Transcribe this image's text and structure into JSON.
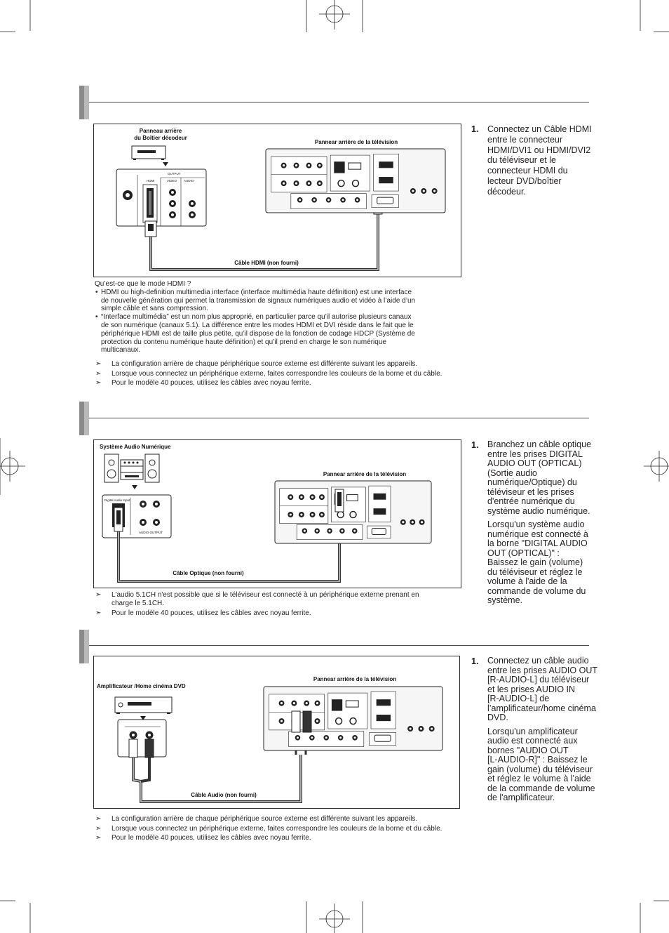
{
  "note_marker": "➣",
  "bullet_char": "•",
  "section1": {
    "diagram": {
      "device_label": [
        "Panneau arrière",
        "du Boîtier décodeur"
      ],
      "tv_label": "Pannear arrière de la télévision",
      "cable_label": "Câble HDMI (non fourni)",
      "panel": {
        "output": "OUTPUT",
        "hdmi": "HDMI",
        "video": "VIDEO",
        "audio": "AUDIO"
      }
    },
    "step": {
      "number": "1.",
      "lines": [
        "Connectez un Câble HDMI",
        "entre le connecteur",
        "HDMI/DVI1 ou HDMI/DVI2",
        "du téléviseur et le",
        "connecteur HDMI du",
        "lecteur DVD/boîtier",
        "décodeur."
      ]
    },
    "hdmi_info": {
      "title": "Qu’est-ce que le mode HDMI ?",
      "bullets": [
        [
          "HDMI ou high-definition multimedia interface (interface multimédia haute définition) est une interface",
          "de nouvelle génération qui permet la transmission de signaux numériques audio et vidéo à l’aide d’un",
          "simple câble et sans compression."
        ],
        [
          "“Interface multimédia” est un nom plus approprié, en particulier parce qu’il autorise plusieurs canaux",
          "de son numérique (canaux 5.1). La différence entre les modes HDMI et DVI réside dans le fait que le",
          "périphérique HDMI est de taille plus petite, qu’il dispose de la fonction de codage HDCP (Système de",
          "protection du contenu numérique haute définition) et qu’il prend en charge le son numérique",
          "multicanaux."
        ]
      ]
    },
    "notes": [
      [
        "La configuration arrière de chaque périphérique source externe est différente suivant les appareils."
      ],
      [
        "Lorsque vous connectez un périphérique externe, faites correspondre les couleurs de la borne et du câble."
      ],
      [
        "Pour le modèle 40 pouces, utilisez les câbles avec noyau ferrite."
      ]
    ]
  },
  "section2": {
    "diagram": {
      "device_label": "Système Audio Numérique",
      "tv_label": "Pannear arrière de la télévision",
      "cable_label": "Câble Optique (non fourni)",
      "panel": {
        "digital_in": "Digital Audio Input",
        "audio_output": "AUDIO OUTPUT"
      }
    },
    "step": {
      "number": "1.",
      "para1": [
        "Branchez un câble optique",
        "entre les prises DIGITAL",
        "AUDIO OUT (OPTICAL)",
        "(Sortie audio",
        "numérique/Optique) du",
        "téléviseur et les prises",
        "d'entrée numérique du",
        "système audio numérique."
      ],
      "para2": [
        "Lorsqu'un système audio",
        "numérique est connecté à",
        "la borne \"DIGITAL AUDIO",
        "OUT (OPTICAL)\" :",
        "Baissez le gain (volume)",
        "du téléviseur et réglez le",
        "volume à l'aide de la",
        "commande de volume du",
        "système."
      ]
    },
    "notes": [
      [
        "L'audio 5.1CH n'est possible que si le téléviseur est connecté à un périphérique externe prenant en",
        "charge le 5.1CH."
      ],
      [
        "Pour le modèle 40 pouces, utilisez les câbles avec noyau ferrite."
      ]
    ]
  },
  "section3": {
    "diagram": {
      "device_label": "Amplificateur /Home cinéma DVD",
      "tv_label": "Pannear arrière de la télévision",
      "cable_label": "Câble Audio (non fourni)"
    },
    "step": {
      "number": "1.",
      "para1": [
        "Connectez un câble audio",
        "entre les prises AUDIO OUT",
        "[R-AUDIO-L] du téléviseur",
        "et les prises AUDIO IN",
        "[R-AUDIO-L] de",
        "l’amplificateur/home cinéma",
        "DVD."
      ],
      "para2": [
        "Lorsqu'un amplificateur",
        "audio est connecté aux",
        "bornes \"AUDIO OUT",
        "[L-AUDIO-R]\" : Baissez le",
        "gain (volume) du téléviseur",
        "et réglez le volume à l'aide",
        "de la commande de volume",
        "de l'amplificateur."
      ]
    },
    "notes": [
      [
        "La configuration arrière de chaque périphérique source externe est différente suivant les appareils."
      ],
      [
        "Lorsque vous connectez un périphérique externe, faites correspondre les couleurs de la borne et du câble."
      ],
      [
        "Pour le modèle 40 pouces, utilisez les câbles avec noyau ferrite."
      ]
    ]
  }
}
